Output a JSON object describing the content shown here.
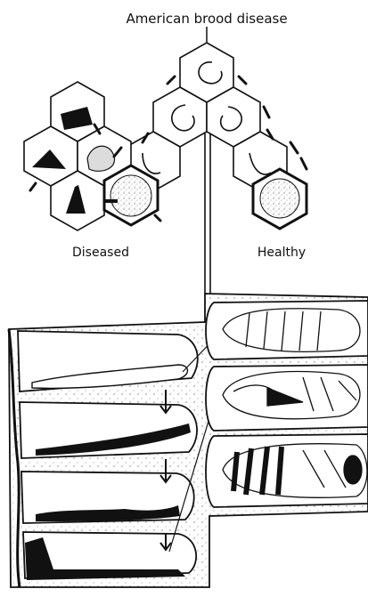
{
  "title": "American brood disease",
  "labels": {
    "left": "Diseased",
    "right": "Healthy"
  },
  "colors": {
    "ink": "#111111",
    "paper": "#ffffff",
    "shade": "#9a9a9a"
  }
}
